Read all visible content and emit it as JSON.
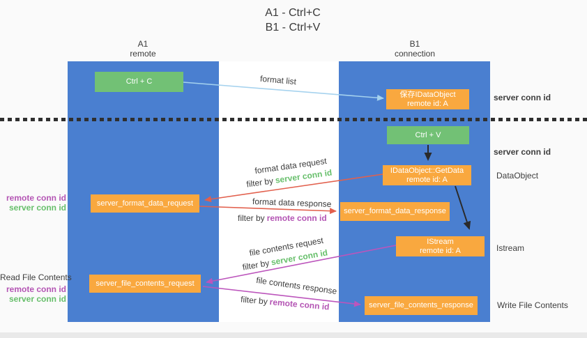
{
  "title": {
    "line1": "A1 - Ctrl+C",
    "line2": "B1 - Ctrl+V"
  },
  "lanes": {
    "left": {
      "title": "A1",
      "subtitle": "remote"
    },
    "right": {
      "title": "B1",
      "subtitle": "connection"
    }
  },
  "nodes": {
    "ctrl_c": {
      "label": "Ctrl + C"
    },
    "save_idataobject": {
      "line1": "保存IDataObject",
      "line2": "remote id: A"
    },
    "ctrl_v": {
      "label": "Ctrl + V"
    },
    "getdata": {
      "line1": "IDataObject::GetData",
      "line2": "remote id: A"
    },
    "format_request": {
      "label": "server_format_data_request"
    },
    "format_response": {
      "label": "server_format_data_response"
    },
    "istream": {
      "line1": "IStream",
      "line2": "remote id: A"
    },
    "file_request": {
      "label": "server_file_contents_request"
    },
    "file_response": {
      "label": "server_file_contents_response"
    }
  },
  "edge_labels": {
    "format_list": "format list",
    "format_data_request": "format data request",
    "format_data_response": "format data response",
    "file_contents_request": "file contents request",
    "file_contents_response": "file contents response",
    "filter_by": "filter by",
    "server_conn_id": "server conn id",
    "remote_conn_id": "remote conn id"
  },
  "side_labels": {
    "server_conn_id_top": "server conn id",
    "server_conn_id_mid": "server conn id",
    "dataobject": "DataObject",
    "istream": "Istream",
    "write_file_contents": "Write File Contents",
    "read_file_contents": "Read File Contents",
    "remote_conn_id": "remote conn id",
    "server_conn_id": "server conn id"
  },
  "colors": {
    "lane_blue": "#4a7fd0",
    "node_orange": "#f9a83f",
    "node_green": "#72c175",
    "green_text": "#67bf6b",
    "purple_text": "#b455b4",
    "red_arrow": "#e2604d",
    "purple_arrow": "#bc55bc",
    "blue_arrow": "#a5d2ee",
    "black_arrow": "#2a2a2a"
  }
}
